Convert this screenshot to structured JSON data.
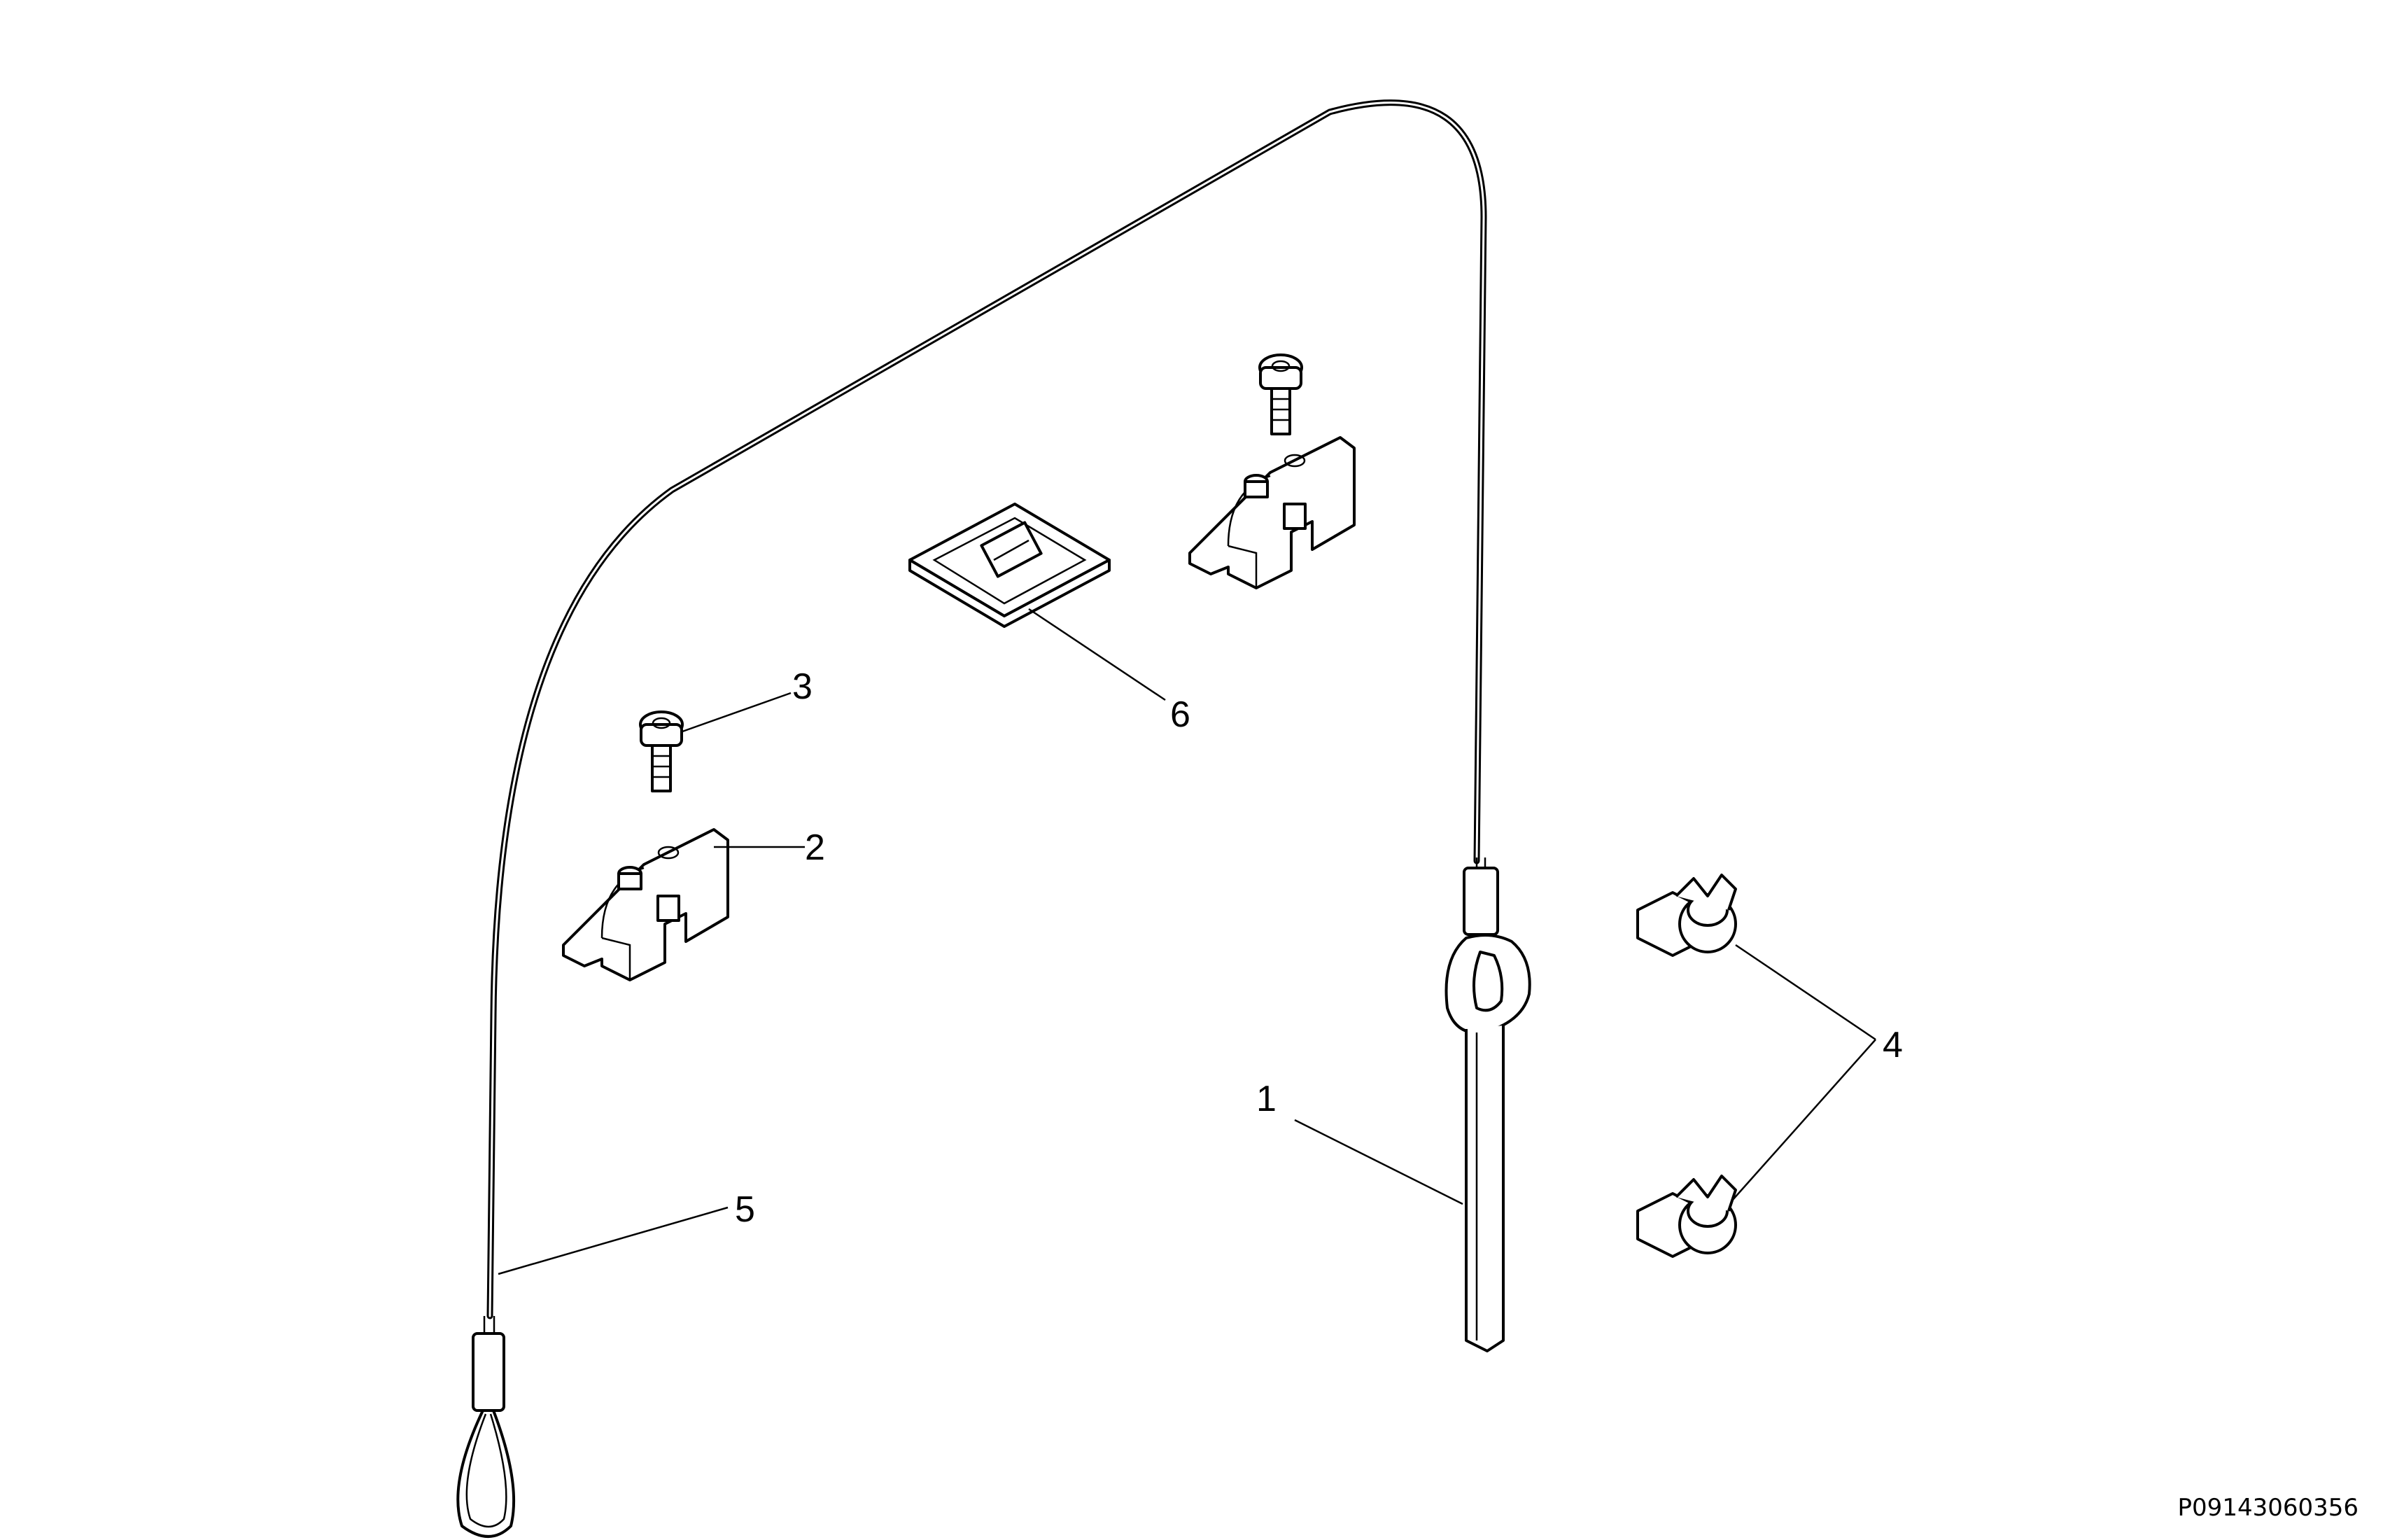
{
  "callouts": {
    "c1": "1",
    "c2": "2",
    "c3": "3",
    "c4": "4",
    "c5": "5",
    "c6": "6"
  },
  "drawing_reference": "P09143060356"
}
